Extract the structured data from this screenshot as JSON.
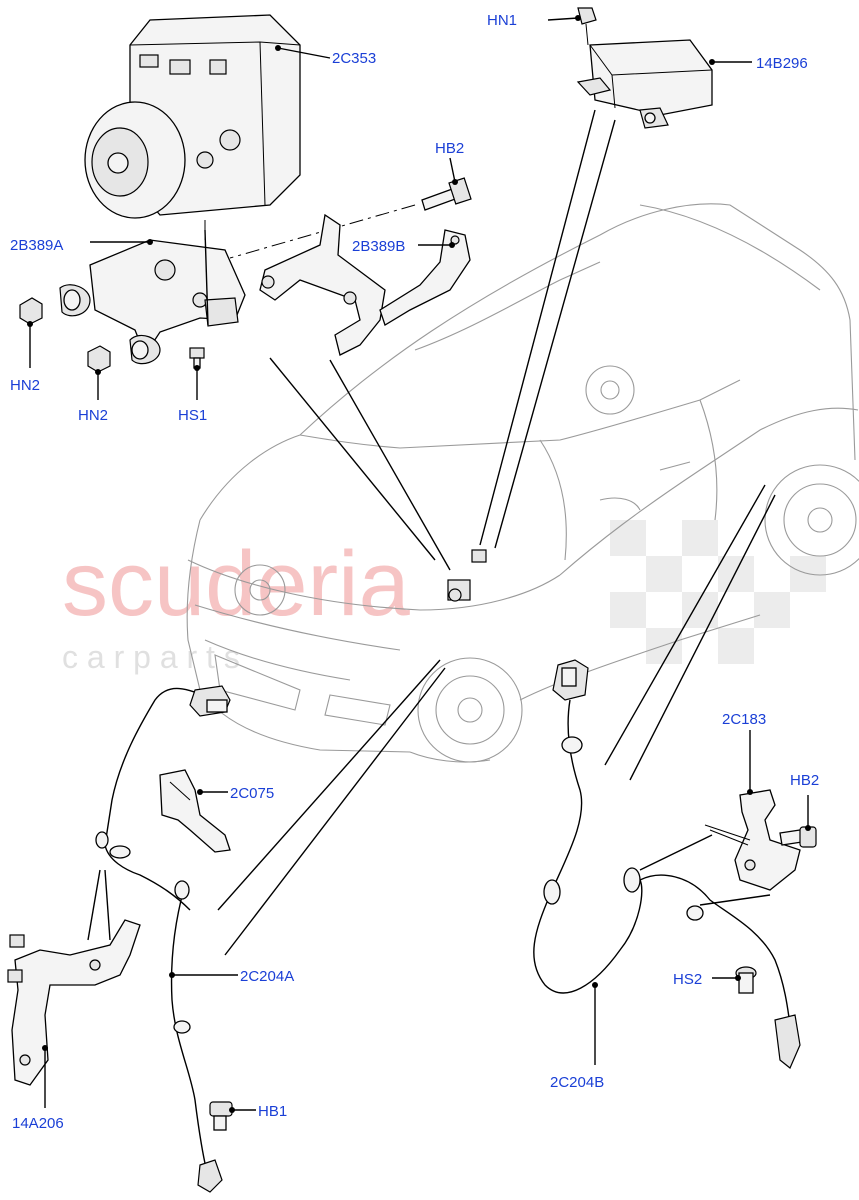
{
  "watermark": {
    "main": "scuderia",
    "sub": "c a r   p a r t s",
    "color": "#f2b8b8"
  },
  "labels": {
    "2C353": "2C353",
    "HN1": "HN1",
    "14B296": "14B296",
    "HB2_top": "HB2",
    "2B389A": "2B389A",
    "2B389B": "2B389B",
    "HN2_a": "HN2",
    "HN2_b": "HN2",
    "HS1": "HS1",
    "2C183": "2C183",
    "HB2_right": "HB2",
    "2C075": "2C075",
    "2C204A": "2C204A",
    "HS2": "HS2",
    "14A206": "14A206",
    "HB1": "HB1",
    "2C204B": "2C204B"
  },
  "colors": {
    "label": "#1a3fd6",
    "line": "#000000",
    "car_outline": "#9a9a9a"
  }
}
